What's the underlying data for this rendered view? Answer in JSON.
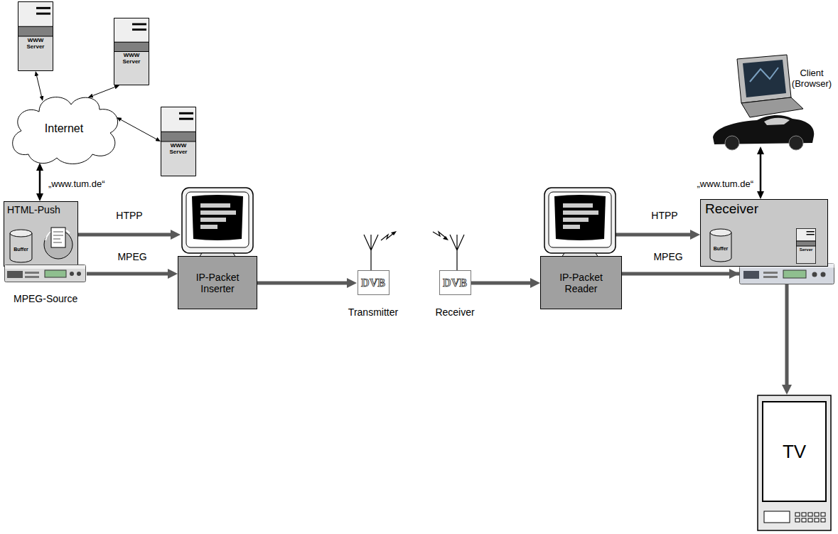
{
  "diagram": {
    "nodes": [
      {
        "text": [
          "WWW Server"
        ]
      },
      {
        "text": [
          "WWW Server"
        ]
      },
      {
        "text": [
          "Internet"
        ]
      },
      {
        "text": [
          "WWW Server"
        ]
      },
      {
        "text": [
          "Client (Browser)"
        ]
      },
      {
        "text": [
          "HTML-Push"
        ]
      },
      {
        "text": [
          "Buffer"
        ],
        "in": 5
      },
      {
        "text": [
          "IP-Packet Inserter"
        ]
      },
      {
        "text": [
          "Receiver"
        ]
      },
      {
        "text": [
          "Buffer"
        ],
        "in": 8
      },
      {
        "text": [
          "Server"
        ],
        "in": 8
      },
      {
        "text": [
          "MPEG-Source"
        ]
      },
      {
        "text": [
          "DVB",
          "Transmitter"
        ]
      },
      {
        "text": [
          "DVB",
          "Receiver"
        ]
      },
      {
        "text": [
          "IP-Packet Reader"
        ]
      },
      {
        "text": [
          "TV"
        ]
      }
    ],
    "edges": [
      {
        "from": 0,
        "to": 2,
        "arrow": "both"
      },
      {
        "from": 1,
        "to": 2,
        "arrow": "both"
      },
      {
        "from": 3,
        "to": 2,
        "arrow": "both"
      },
      {
        "from": 2,
        "to": 5,
        "label": "„www.tum.de“",
        "arrow": "both"
      },
      {
        "from": 5,
        "to": 7,
        "label": "HTPP",
        "arrow": "to"
      },
      {
        "from": 11,
        "to": 7,
        "label": "MPEG",
        "arrow": "to"
      },
      {
        "from": 7,
        "to": 12,
        "arrow": "to"
      },
      {
        "from": 13,
        "to": 14,
        "arrow": "to"
      },
      {
        "from": 14,
        "to": 8,
        "label": "HTPP",
        "arrow": "to"
      },
      {
        "from": 14,
        "to": 15,
        "label": "MPEG",
        "arrow": "to"
      },
      {
        "from": 9,
        "to": 10,
        "arrow": "both"
      },
      {
        "from": 8,
        "to": 4,
        "label": "„www.tum.de“",
        "arrow": "both"
      }
    ]
  }
}
